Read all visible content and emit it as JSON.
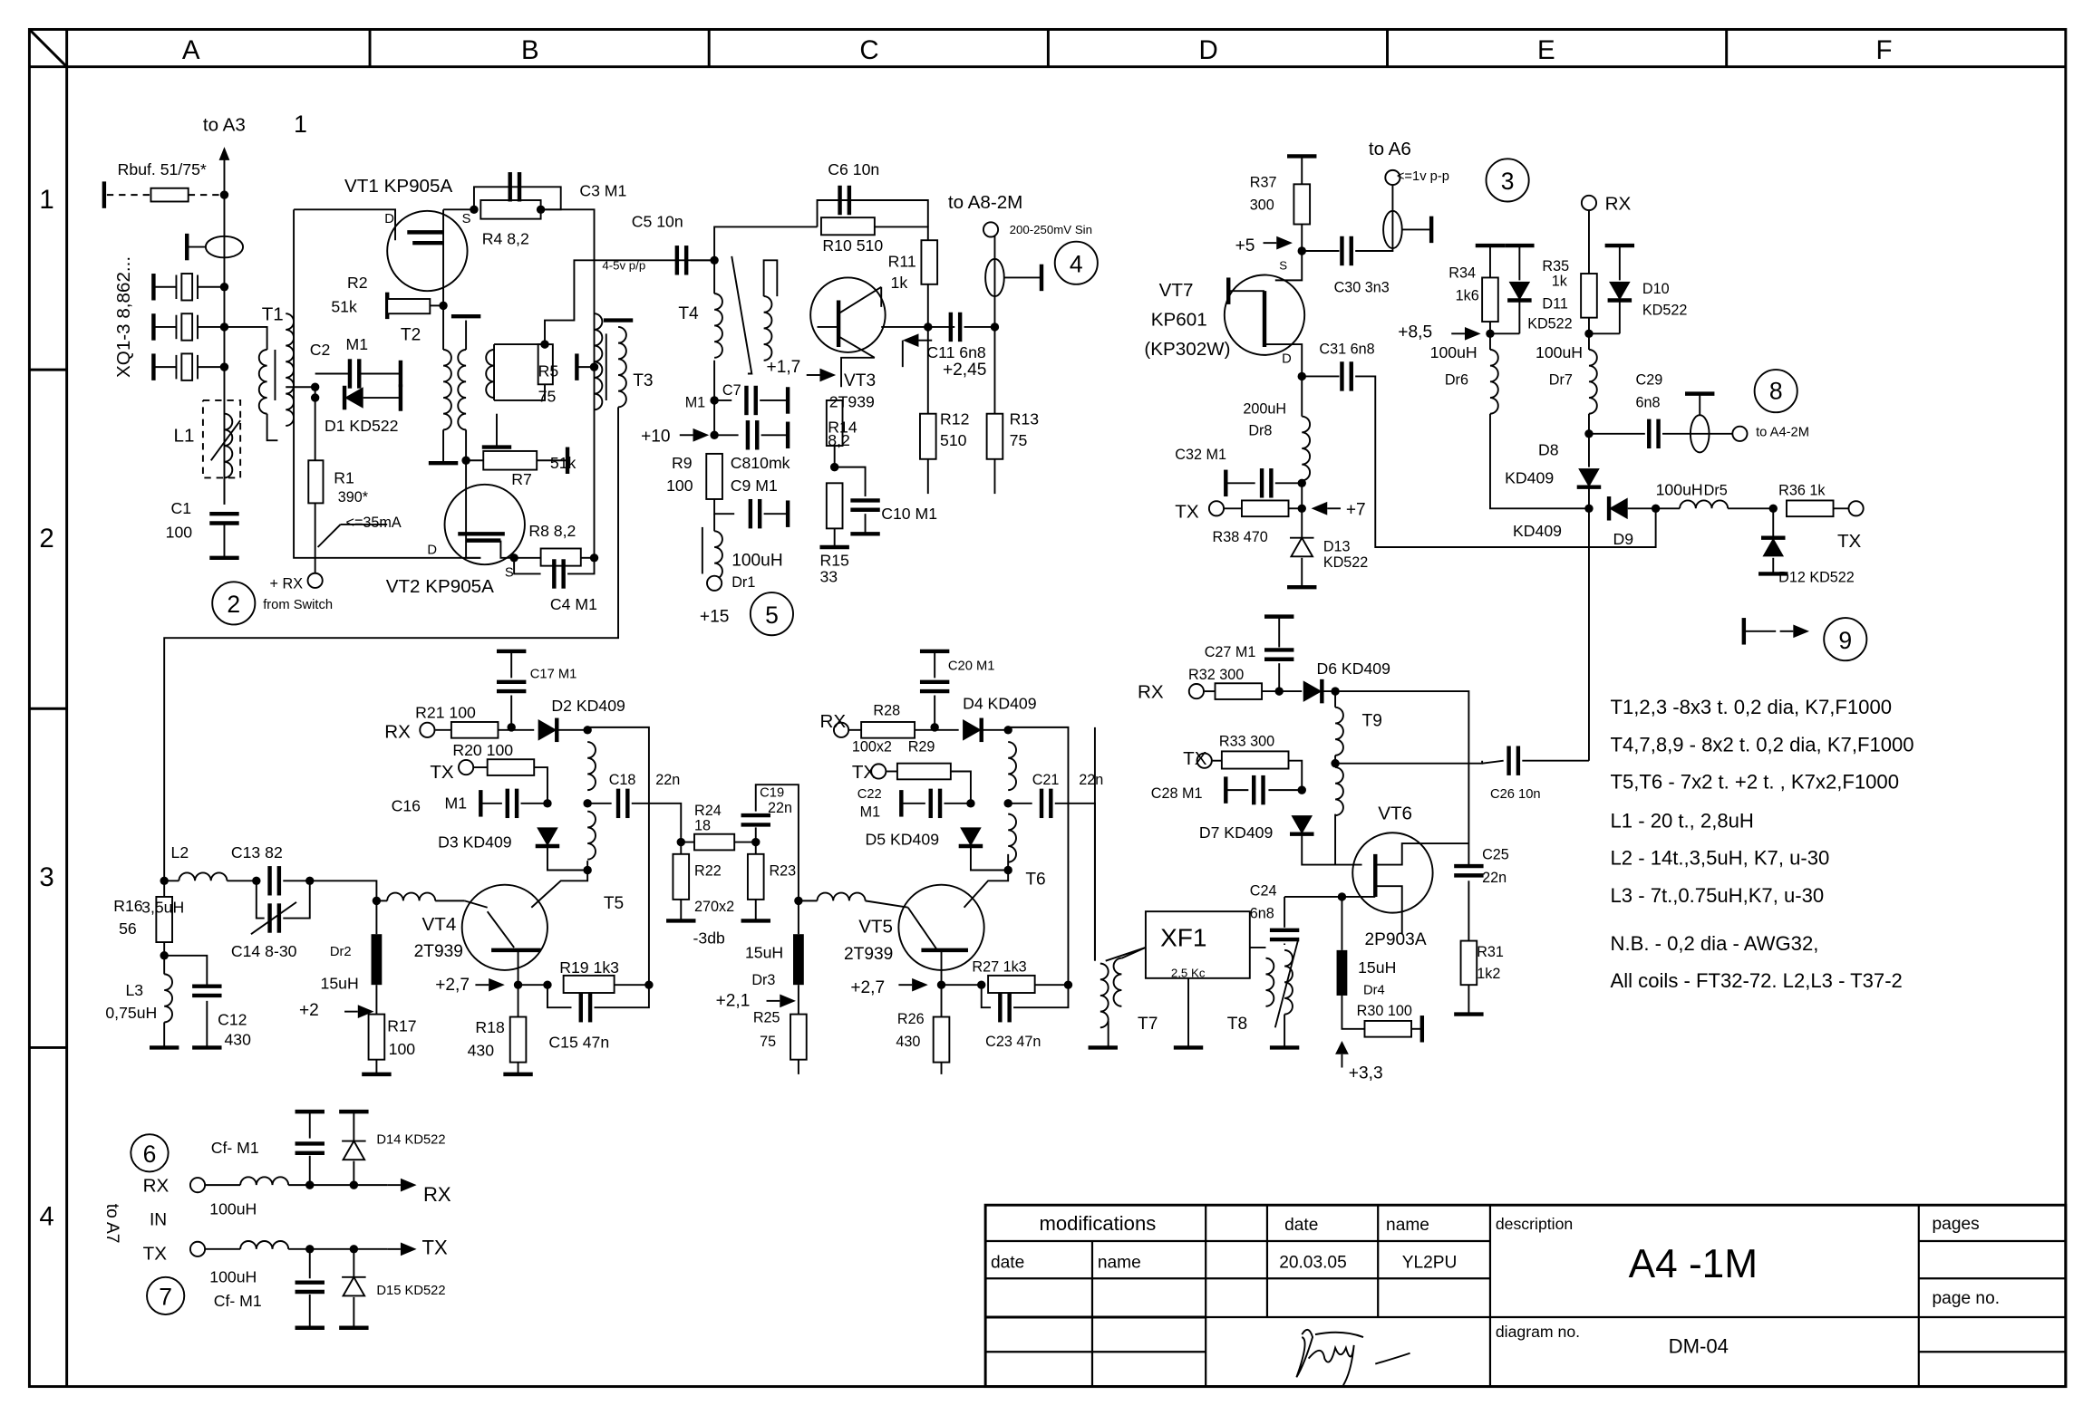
{
  "frame": {
    "columns": [
      "A",
      "B",
      "C",
      "D",
      "E",
      "F"
    ],
    "rows": [
      "1",
      "2",
      "3",
      "4"
    ]
  },
  "labels": {
    "to_a3": "to A3",
    "n1": "1",
    "rbuf": "Rbuf. 51/75*",
    "xq": "XQ1-3  8,862...",
    "t1": "T1",
    "c2": "C2",
    "c2v": "M1",
    "d1": "D1 KD522",
    "l1": "L1",
    "c1": "C1",
    "c1v": "100",
    "r1": "R1",
    "r1v": "390*",
    "i35": "<=35mA",
    "plus_rx": "+ RX",
    "from_switch": "from Switch",
    "n2": "2",
    "vt1": "VT1  KP905A",
    "c3": "C3 M1",
    "r4": "R4   8,2",
    "vt1d": "D",
    "vt1s": "S",
    "r2": "R2",
    "r2v": "51k",
    "t2": "T2",
    "r5": "R5",
    "r5v": "75",
    "t3": "T3",
    "r7": "R7",
    "r7v": "51k",
    "r8": "R8  8,2",
    "vt2": "VT2 KP905A",
    "vt2d": "D",
    "vt2s": "S",
    "c4": "C4 M1",
    "c5": "C5  10n",
    "vpp": "4-5v p/p",
    "t4": "T4",
    "c7": "C7",
    "c7v": "M1",
    "p10": "+10",
    "r9": "R9",
    "r9v": "100",
    "c8": "C810mk",
    "c9": "C9  M1",
    "dr1v": "100uH",
    "dr1": "Dr1",
    "p15": "+15",
    "n5": "5",
    "c6": "C6   10n",
    "r10": "R10 510",
    "r11": "R11",
    "r11v": "1k",
    "p17": "+1,7",
    "vt3": "VT3",
    "vt3t": "2T939",
    "r14": "R14",
    "r14v": "8,2",
    "r15": "R15",
    "r15v": "33",
    "c10": "C10 M1",
    "c11": "C11  6n8",
    "p245": "+2,45",
    "r12": "R12",
    "r12v": "510",
    "r13": "R13",
    "r13v": "75",
    "to_a8": "to A8-2M",
    "sin": "200-250mV Sin",
    "n4": "4",
    "to_a6": "to A6",
    "v1pp": "<=1v p-p",
    "n3": "3",
    "r37": "R37",
    "r37v": "300",
    "p5": "+5",
    "vt7s": "S",
    "vt7": "VT7",
    "vt7t": "KP601",
    "vt7a": "(KP302W)",
    "c30": "C30   3n3",
    "vt7d": "D",
    "c31": "C31   6n8",
    "dr8v": "200uH",
    "dr8": "Dr8",
    "c32": "C32     M1",
    "tx_a": "TX",
    "r38": "R38   470",
    "p7": "+7",
    "d13": "D13",
    "d13v": "KD522",
    "r34": "R34",
    "r34v": "1k6",
    "r35": "R35",
    "r35v": "1k",
    "d11": "D11",
    "d11v": "KD522",
    "d10": "D10",
    "d10v": "KD522",
    "rx_a": "RX",
    "p85": "+8,5",
    "dr6v": "100uH",
    "dr6": "Dr6",
    "dr7v": "100uH",
    "dr7": "Dr7",
    "c29": "C29",
    "c29v": "6n8",
    "n8": "8",
    "to_a4": "to A4-2M",
    "d8": "D8",
    "d8v": "KD409",
    "d9v": "KD409",
    "d9": "D9",
    "dr5v": "100uH",
    "dr5": "Dr5",
    "r36": "R36   1k",
    "tx_b": "TX",
    "d12": "D12   KD522",
    "n9": "9",
    "c27": "C27 M1",
    "r32": "R32   300",
    "rx_b": "RX",
    "d6": "D6  KD409",
    "t9": "T9",
    "tx_c": "TX",
    "r33": "R33 300",
    "c28": "C28   M1",
    "d7": "D7  KD409",
    "vt6": "VT6",
    "c26": "C26 10n",
    "c25": "C25",
    "c25v": "22n",
    "vt6t": "2P903A",
    "r31": "R31",
    "r31v": "1k2",
    "c24": "C24",
    "c24v": "6n8",
    "xf1": "XF1",
    "xf1v": "2,5 Kc",
    "t8": "T8",
    "t7": "T7",
    "dr4v": "15uH",
    "dr4": "Dr4",
    "r30": "R30   100",
    "p33": "+3,3",
    "c17": "C17 M1",
    "r21": "R21 100",
    "rx_c": "RX",
    "r20": "R20   100",
    "d2": "D2  KD409",
    "tx_d": "TX",
    "c16": "C16",
    "c16v": "M1",
    "d3": "D3   KD409",
    "c18": "C18",
    "c18v": "22n",
    "r24": "R24",
    "r24v": "18",
    "c19": "C19",
    "c19v": "22n",
    "r22": "R22",
    "r23": "R23",
    "r22v": "270x2",
    "db3": "-3db",
    "t5": "T5",
    "vt4": "VT4",
    "vt4t": "2T939",
    "dr2": "Dr2",
    "dr2v": "15uH",
    "p2": "+2",
    "r17": "R17",
    "r17v": "100",
    "r18": "R18",
    "r18v": "430",
    "p27a": "+2,7",
    "r19": "R19 1k3",
    "c15": "C15 47n",
    "l2": "L2",
    "c13": "C13   82",
    "l2v": "3,5uH",
    "c14": "C14  8-30",
    "r16": "R16",
    "r16v": "56",
    "l3": "L3",
    "l3v": "0,75uH",
    "c12": "C12",
    "c12v": "430",
    "c20": "C20   M1",
    "r28": "R28",
    "rx_d": "RX",
    "r28v": "100x2",
    "r29": "R29",
    "d4": "D4  KD409",
    "tx_e": "TX",
    "c22": "C22",
    "c22v": "M1",
    "d5": "D5  KD409",
    "c21": "C21",
    "c21v": "22n",
    "t6": "T6",
    "vt5": "VT5",
    "vt5t": "2T939",
    "dr3v": "15uH",
    "dr3": "Dr3",
    "p21": "+2,1",
    "r25": "R25",
    "r25v": "75",
    "p27b": "+2,7",
    "r26": "R26",
    "r26v": "430",
    "r27": "R27    1k3",
    "c23": "C23    47n",
    "n6": "6",
    "cf1": "Cf- M1",
    "d14": "D14   KD522",
    "rx_in": "RX",
    "in": "IN",
    "rx_out": "RX",
    "dr_rx": "100uH",
    "to_a7": "to A7",
    "tx_in": "TX",
    "tx_out": "TX",
    "dr_tx": "100uH",
    "cf2": "Cf- M1",
    "d15": "D15   KD522",
    "n7": "7"
  },
  "notes": [
    "T1,2,3 -8x3 t. 0,2 dia, K7,F1000",
    "T4,7,8,9 -  8x2 t. 0,2 dia, K7,F1000",
    " T5,T6 -  7x2 t. +2 t. , K7x2,F1000",
    "L1 - 20 t., 2,8uH",
    " L2 - 14t.,3,5uH, K7, u-30",
    " L3 - 7t.,0.75uH,K7, u-30",
    " N.B. - 0,2 dia - AWG32,",
    " All coils - FT32-72. L2,L3 - T37-2"
  ],
  "title_block": {
    "modifications": "modifications",
    "mod_date": "date",
    "mod_name": "name",
    "date_header": "date",
    "name_header": "name",
    "date_value": "20.03.05",
    "name_value": "YL2PU",
    "description_label": "description",
    "description": "A4 -1M",
    "pages_label": "pages",
    "page_no_label": "page no.",
    "diagram_no_label": "diagram no.",
    "diagram_no": "DM-04"
  }
}
